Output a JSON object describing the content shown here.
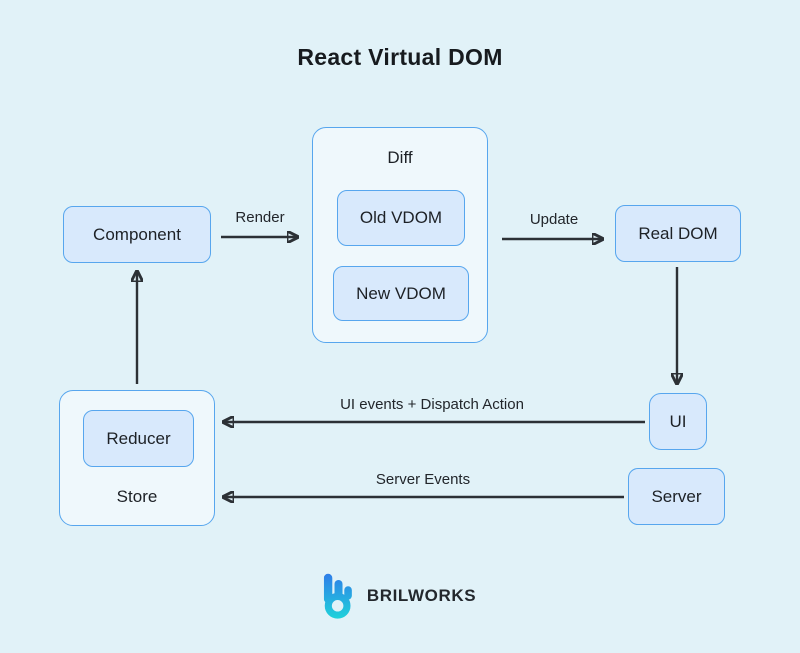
{
  "title": "React Virtual DOM",
  "nodes": {
    "component": {
      "label": "Component"
    },
    "diff": {
      "label": "Diff"
    },
    "old_vdom": {
      "label": "Old VDOM"
    },
    "new_vdom": {
      "label": "New VDOM"
    },
    "real_dom": {
      "label": "Real DOM"
    },
    "ui": {
      "label": "UI"
    },
    "store": {
      "label": "Store"
    },
    "reducer": {
      "label": "Reducer"
    },
    "server": {
      "label": "Server"
    }
  },
  "edges": {
    "render": {
      "label": "Render",
      "from": "component",
      "to": "diff"
    },
    "update": {
      "label": "Update",
      "from": "diff",
      "to": "real_dom"
    },
    "ui_events": {
      "label": "UI events + Dispatch Action",
      "from": "ui",
      "to": "store"
    },
    "server_events": {
      "label": "Server Events",
      "from": "server",
      "to": "store"
    }
  },
  "brand": {
    "name": "BRILWORKS",
    "icon": "brilworks-b-mark"
  },
  "colors": {
    "background": "#e1f2f8",
    "node_fill": "#d8e9fc",
    "node_border": "#57a6ee",
    "container_fill": "#eff8fc",
    "arrow": "#2c3136",
    "text": "#1d2126",
    "logo_gradient_top": "#2f7ce9",
    "logo_gradient_bottom": "#1fd3da"
  }
}
